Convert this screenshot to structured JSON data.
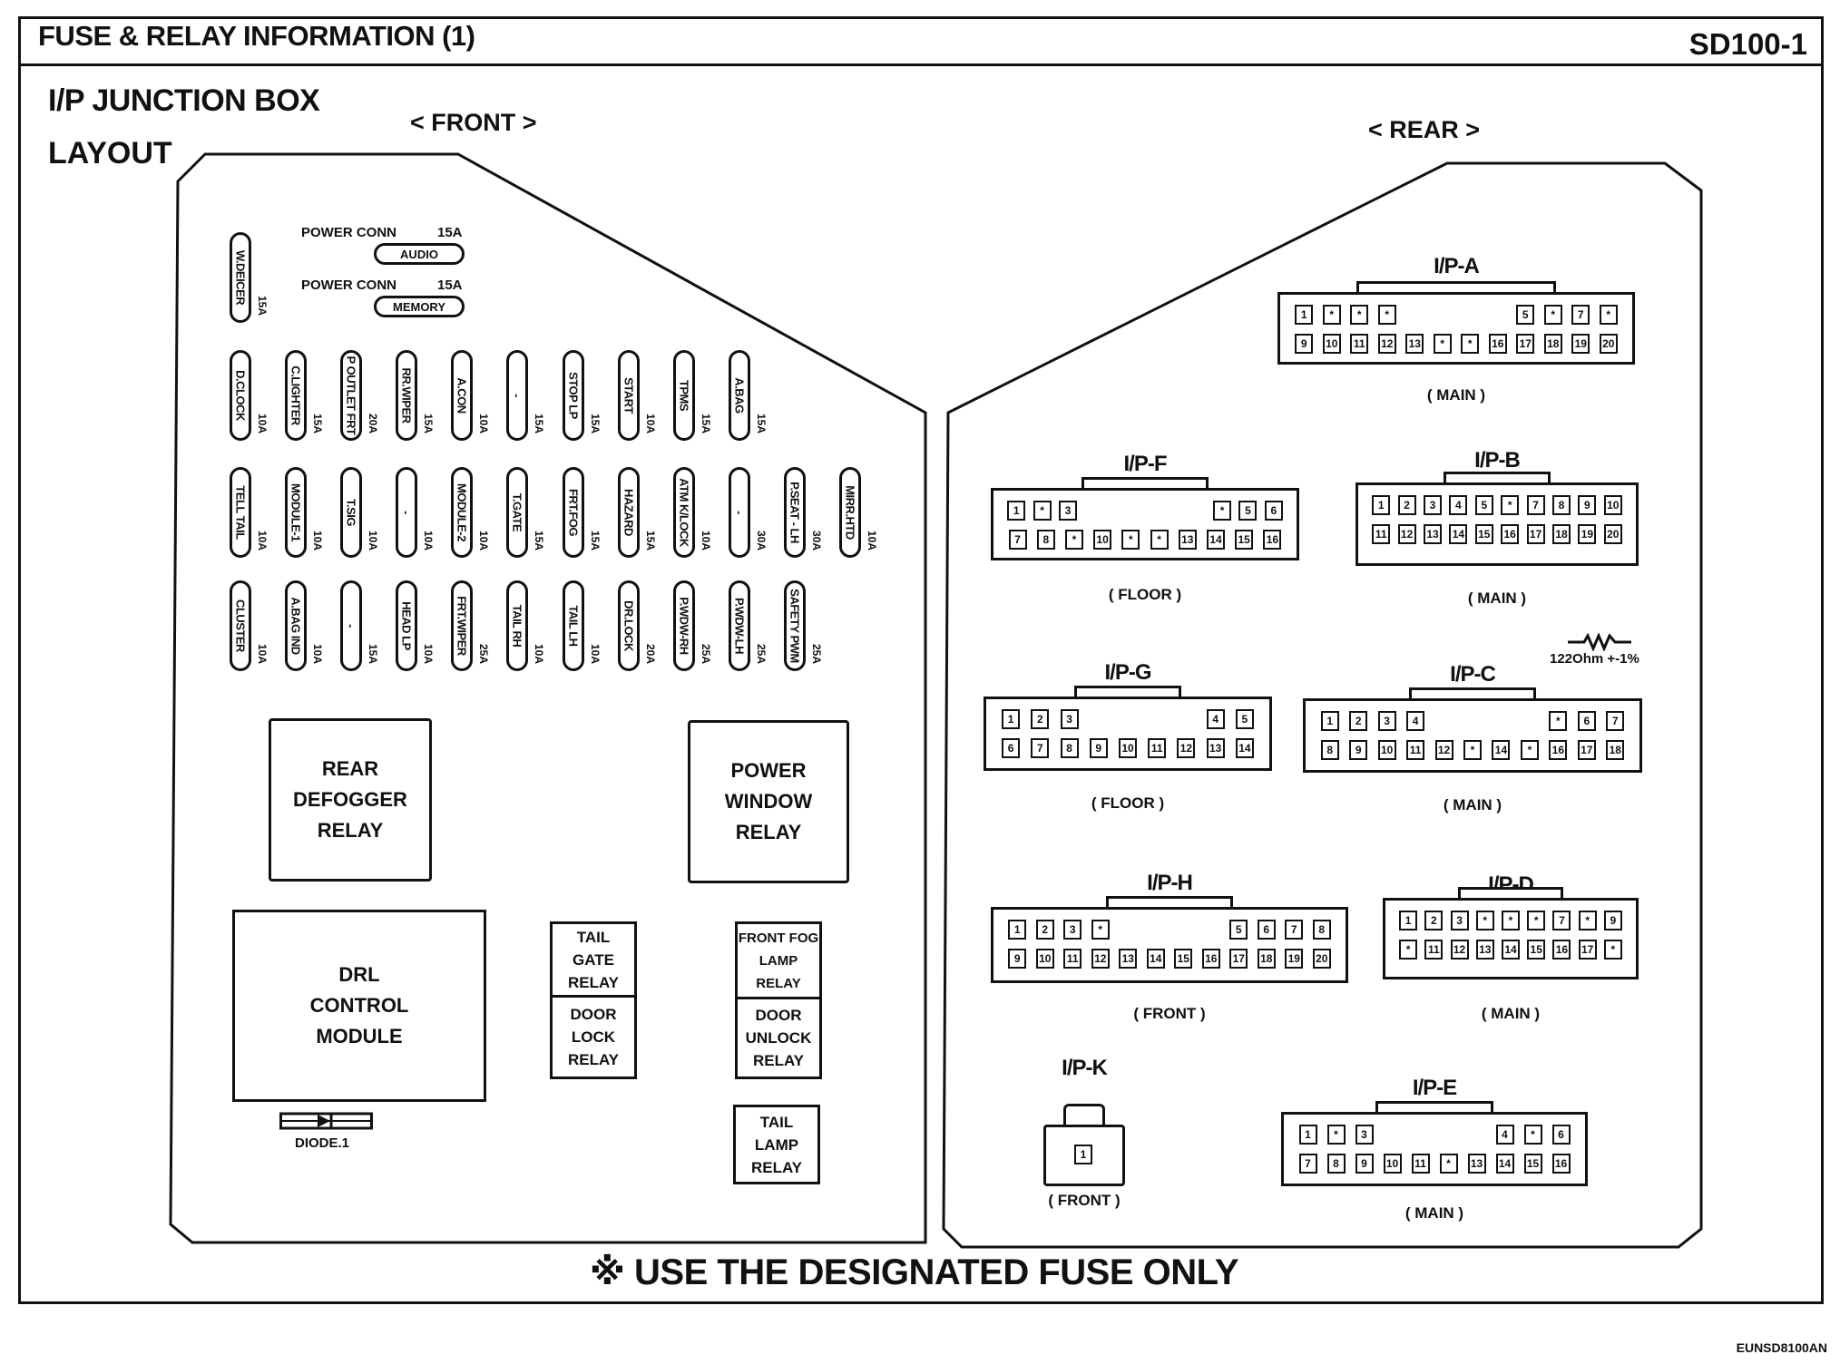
{
  "header": {
    "title": "FUSE & RELAY INFORMATION (1)",
    "doc_id": "SD100-1"
  },
  "section": {
    "title_line1": "I/P JUNCTION BOX",
    "title_line2": "LAYOUT"
  },
  "panels": {
    "front_label": "< FRONT >",
    "rear_label": "< REAR >"
  },
  "power_connectors": [
    {
      "label": "POWER CONN",
      "amp": "15A",
      "name": "AUDIO"
    },
    {
      "label": "POWER CONN",
      "amp": "15A",
      "name": "MEMORY"
    }
  ],
  "fuses": [
    {
      "name": "W.DEICER",
      "amp": "15A"
    },
    {
      "name": "D.CLOCK",
      "amp": "10A"
    },
    {
      "name": "C.LIGHTER",
      "amp": "15A"
    },
    {
      "name": "P OUTLET FRT",
      "amp": "20A"
    },
    {
      "name": "RR.WIPER",
      "amp": "15A"
    },
    {
      "name": "A.CON",
      "amp": "10A"
    },
    {
      "name": "-",
      "amp": "15A"
    },
    {
      "name": "STOP LP",
      "amp": "15A"
    },
    {
      "name": "START",
      "amp": "10A"
    },
    {
      "name": "TPMS",
      "amp": "15A"
    },
    {
      "name": "A.BAG",
      "amp": "15A"
    },
    {
      "name": "TELL TAIL",
      "amp": "10A"
    },
    {
      "name": "MODULE-1",
      "amp": "10A"
    },
    {
      "name": "T.SIG",
      "amp": "10A"
    },
    {
      "name": "-",
      "amp": "10A"
    },
    {
      "name": "MODULE-2",
      "amp": "10A"
    },
    {
      "name": "T.GATE",
      "amp": "15A"
    },
    {
      "name": "FRT.FOG",
      "amp": "15A"
    },
    {
      "name": "HAZARD",
      "amp": "15A"
    },
    {
      "name": "ATM K/LOCK",
      "amp": "10A"
    },
    {
      "name": "-",
      "amp": "30A"
    },
    {
      "name": "P.SEAT - LH",
      "amp": "30A"
    },
    {
      "name": "MIRR.HTD",
      "amp": "10A"
    },
    {
      "name": "CLUSTER",
      "amp": "10A"
    },
    {
      "name": "A.BAG IND",
      "amp": "10A"
    },
    {
      "name": "-",
      "amp": "15A"
    },
    {
      "name": "HEAD LP",
      "amp": "10A"
    },
    {
      "name": "FRT.WIPER",
      "amp": "25A"
    },
    {
      "name": "TAIL RH",
      "amp": "10A"
    },
    {
      "name": "TAIL LH",
      "amp": "10A"
    },
    {
      "name": "DR.LOCK",
      "amp": "20A"
    },
    {
      "name": "P.WDW-RH",
      "amp": "25A"
    },
    {
      "name": "P.WDW-LH",
      "amp": "25A"
    },
    {
      "name": "SAFETY PWM",
      "amp": "25A"
    }
  ],
  "relays": {
    "rear_defogger": "REAR DEFOGGER RELAY",
    "power_window": "POWER WINDOW RELAY",
    "drl_module": "DRL CONTROL MODULE",
    "tail_gate": "TAIL GATE RELAY",
    "door_lock": "DOOR LOCK RELAY",
    "front_fog": "FRONT FOG LAMP RELAY",
    "door_unlock": "DOOR UNLOCK RELAY",
    "tail_lamp": "TAIL LAMP RELAY",
    "diode": "DIODE.1"
  },
  "connectors": [
    {
      "name": "I/P-A",
      "sub": "( MAIN )",
      "top": [
        "1",
        "*",
        "*",
        "*",
        "",
        "",
        "",
        "",
        "5",
        "*",
        "7",
        "*"
      ],
      "bottom": [
        "9",
        "10",
        "11",
        "12",
        "13",
        "*",
        "*",
        "16",
        "17",
        "18",
        "19",
        "20"
      ]
    },
    {
      "name": "I/P-F",
      "sub": "( FLOOR )",
      "top": [
        "1",
        "*",
        "3",
        "",
        "",
        "",
        "",
        "",
        "*",
        "5",
        "6"
      ],
      "bottom": [
        "7",
        "8",
        "*",
        "10",
        "*",
        "*",
        "13",
        "14",
        "15",
        "16"
      ]
    },
    {
      "name": "I/P-B",
      "sub": "( MAIN )",
      "top": [
        "1",
        "2",
        "3",
        "4",
        "5",
        "*",
        "7",
        "8",
        "9",
        "10"
      ],
      "bottom": [
        "11",
        "12",
        "13",
        "14",
        "15",
        "16",
        "17",
        "18",
        "19",
        "20"
      ]
    },
    {
      "name": "I/P-G",
      "sub": "( FLOOR )",
      "top": [
        "1",
        "2",
        "3",
        "",
        "",
        "",
        "",
        "4",
        "5"
      ],
      "bottom": [
        "6",
        "7",
        "8",
        "9",
        "10",
        "11",
        "12",
        "13",
        "14"
      ]
    },
    {
      "name": "I/P-C",
      "sub": "( MAIN )",
      "top": [
        "1",
        "2",
        "3",
        "4",
        "",
        "",
        "",
        "",
        "*",
        "6",
        "7"
      ],
      "bottom": [
        "8",
        "9",
        "10",
        "11",
        "12",
        "*",
        "14",
        "*",
        "16",
        "17",
        "18"
      ]
    },
    {
      "name": "I/P-H",
      "sub": "( FRONT )",
      "top": [
        "1",
        "2",
        "3",
        "*",
        "",
        "",
        "",
        "",
        "5",
        "6",
        "7",
        "8"
      ],
      "bottom": [
        "9",
        "10",
        "11",
        "12",
        "13",
        "14",
        "15",
        "16",
        "17",
        "18",
        "19",
        "20"
      ]
    },
    {
      "name": "I/P-D",
      "sub": "( MAIN )",
      "top": [
        "1",
        "2",
        "3",
        "*",
        "*",
        "*",
        "7",
        "*",
        "9"
      ],
      "bottom": [
        "*",
        "11",
        "12",
        "13",
        "14",
        "15",
        "16",
        "17",
        "*"
      ]
    },
    {
      "name": "I/P-K",
      "sub": "( FRONT )",
      "top": [
        "1"
      ],
      "bottom": []
    },
    {
      "name": "I/P-E",
      "sub": "( MAIN )",
      "top": [
        "1",
        "*",
        "3",
        "",
        "",
        "",
        "",
        "4",
        "*",
        "6"
      ],
      "bottom": [
        "7",
        "8",
        "9",
        "10",
        "11",
        "*",
        "13",
        "14",
        "15",
        "16"
      ]
    }
  ],
  "resistor_note": "122Ohm +-1%",
  "warning": "※ USE THE DESIGNATED FUSE ONLY",
  "image_code": "EUNSD8100AN"
}
